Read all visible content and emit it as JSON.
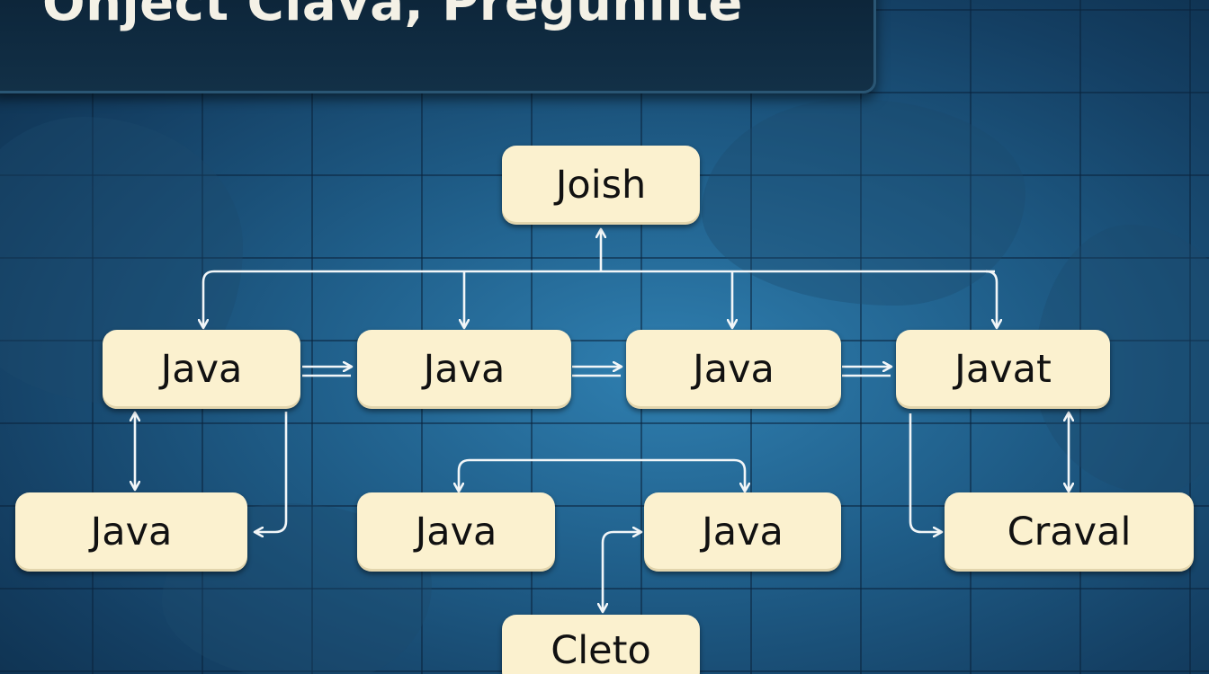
{
  "title": "Ohject Clava, Pregunilte",
  "nodes": {
    "top": "Joish",
    "row1_a": "Java",
    "row1_b": "Java",
    "row1_c": "Java",
    "row1_d": "Javat",
    "row2_a": "Java",
    "row2_b": "Java",
    "row2_c": "Java",
    "row2_d": "Craval",
    "bottom": "Cleto"
  },
  "colors": {
    "background": "#1f5d88",
    "node_fill": "#fbf1cf",
    "connector": "#f2f6f8",
    "title_bar": "#0c2438"
  }
}
